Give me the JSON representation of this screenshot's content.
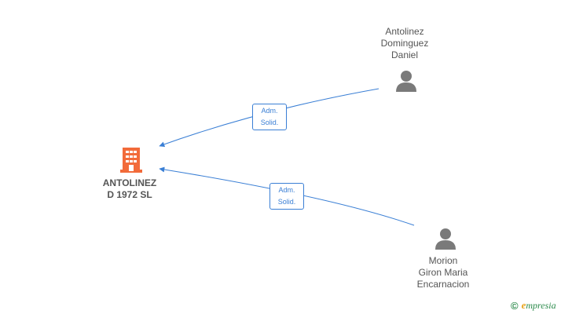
{
  "colors": {
    "edge": "#3a7fd5",
    "company_icon": "#f26b3a",
    "person_icon": "#7a7a7a",
    "label_text": "#555555",
    "brand_green": "#2a8a4a",
    "brand_orange": "#e8a21a"
  },
  "company": {
    "icon": "building-icon",
    "name_line1": "ANTOLINEZ",
    "name_line2": "D 1972  SL"
  },
  "persons": [
    {
      "icon": "person-icon",
      "line1": "Antolinez",
      "line2": "Dominguez",
      "line3": "Daniel"
    },
    {
      "icon": "person-icon",
      "line1": "Morion",
      "line2": "Giron Maria",
      "line3": "Encarnacion"
    }
  ],
  "relations": [
    {
      "line1": "Adm.",
      "line2": "Solid."
    },
    {
      "line1": "Adm.",
      "line2": "Solid."
    }
  ],
  "brand": {
    "copyright_symbol": "©",
    "logo_letter": "e",
    "logo_rest": "mpresia"
  }
}
